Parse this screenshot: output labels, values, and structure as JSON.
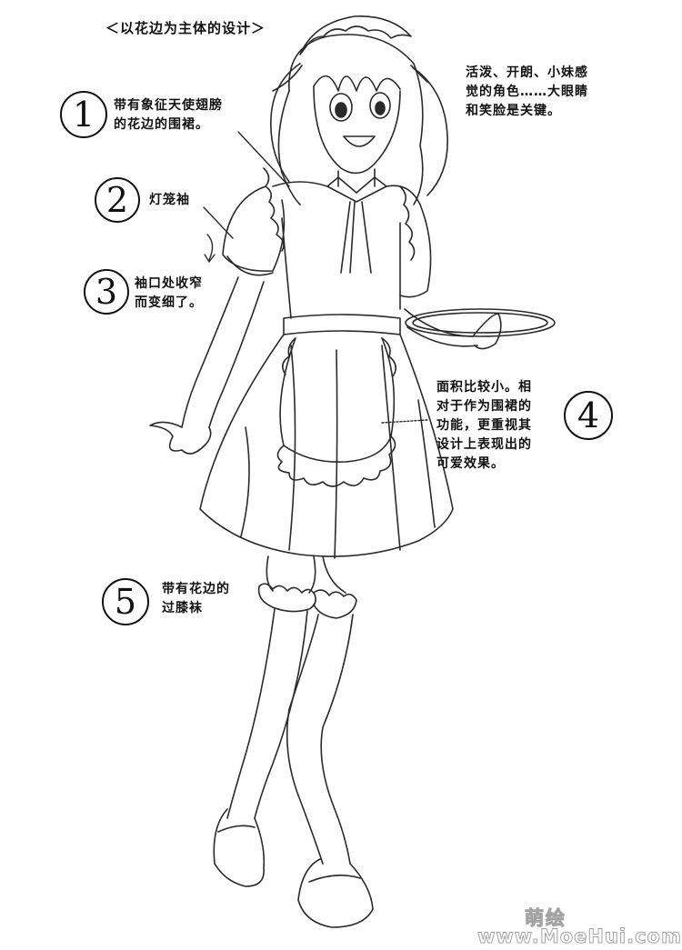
{
  "title": "＜以花边为主体的设计＞",
  "annotations": [
    {
      "number": "1",
      "text": "带有象征天使翅膀\n的花边的围裙。"
    },
    {
      "number": "2",
      "text": "灯笼袖"
    },
    {
      "number": "3",
      "text": "袖口处收窄\n而变细了。"
    },
    {
      "number": "4",
      "text": "面积比较小。相\n对于作为围裙的\n功能，更重视其\n设计上表现出的\n可爱效果。"
    },
    {
      "number": "5",
      "text": "带有花边的\n过膝袜"
    }
  ],
  "character_note": "活泼、开朗、小妹感\n觉的角色……大眼睛\n和笑脸是关键。",
  "illustration": {
    "subject": "maid-girl-sketch"
  },
  "watermark": {
    "site_name": "萌绘",
    "url": "www.MoeHui.com"
  }
}
